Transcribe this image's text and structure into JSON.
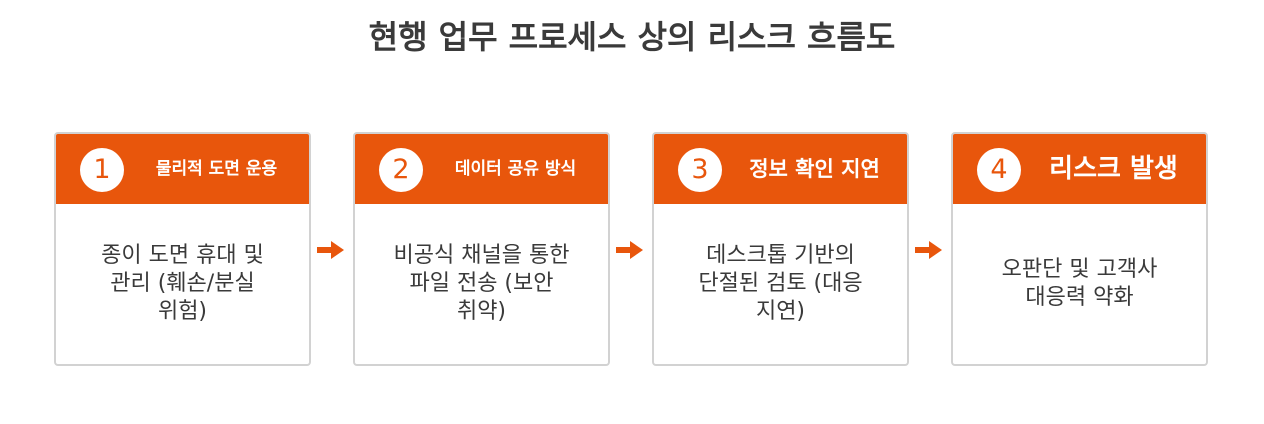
{
  "title": "현행 업무 프로세스 상의 리스크 흐름도",
  "colors": {
    "accent": "#e8560c",
    "card_border": "#d2d2d2",
    "text": "#3a3a3a"
  },
  "steps": [
    {
      "number": "1",
      "label": "물리적 도면 운용",
      "body": [
        "종이 도면 휴대 및",
        "관리 (훼손/분실",
        "위험)"
      ]
    },
    {
      "number": "2",
      "label": "데이터 공유 방식",
      "body": [
        "비공식 채널을 통한",
        "파일 전송 (보안",
        "취약)"
      ]
    },
    {
      "number": "3",
      "label": "정보 확인 지연",
      "body": [
        "데스크톱 기반의",
        "단절된 검토 (대응",
        "지연)"
      ]
    },
    {
      "number": "4",
      "label": "리스크 발생",
      "body": [
        "오판단 및 고객사",
        "대응력 약화"
      ]
    }
  ],
  "arrow_icon": "arrow-right-icon"
}
